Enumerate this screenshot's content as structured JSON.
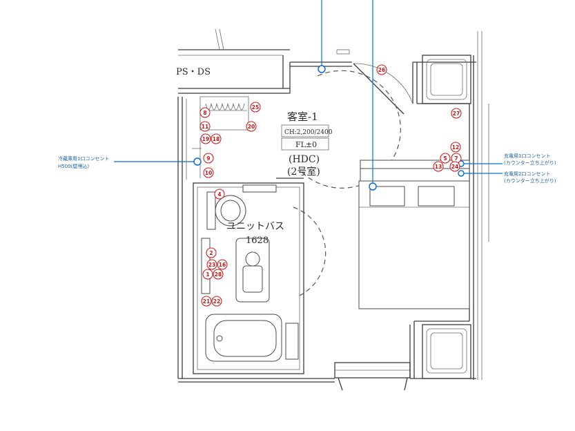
{
  "room": {
    "name": "客室-1",
    "ceiling_height": "CH:2,200/2400",
    "floor_level": "FL±0",
    "type": "(HDC)",
    "room_no": "(2号室)",
    "bath": "ユニットバス",
    "bath_code": "1628",
    "ps_ds": "PS・DS"
  },
  "callouts": {
    "fridge_outlet_line1": "冷蔵庫用1口コンセント",
    "fridge_outlet_line2": "H500(壁埋込)",
    "charge1_line1": "充電用1口コンセント",
    "charge1_line2": "(カウンター立ち上がり)",
    "charge2_line1": "充電用2口コンセント",
    "charge2_line2": "(カウンター立ち上がり)"
  },
  "markers": [
    "1",
    "2",
    "4",
    "5",
    "7",
    "8",
    "9",
    "10",
    "11",
    "12",
    "13",
    "16",
    "18",
    "19",
    "20",
    "21",
    "22",
    "23",
    "24",
    "25",
    "26",
    "27",
    "28"
  ],
  "colors": {
    "marker": "#d02020",
    "callout": "#0a6ed1",
    "wall": "#3a3a3a"
  }
}
